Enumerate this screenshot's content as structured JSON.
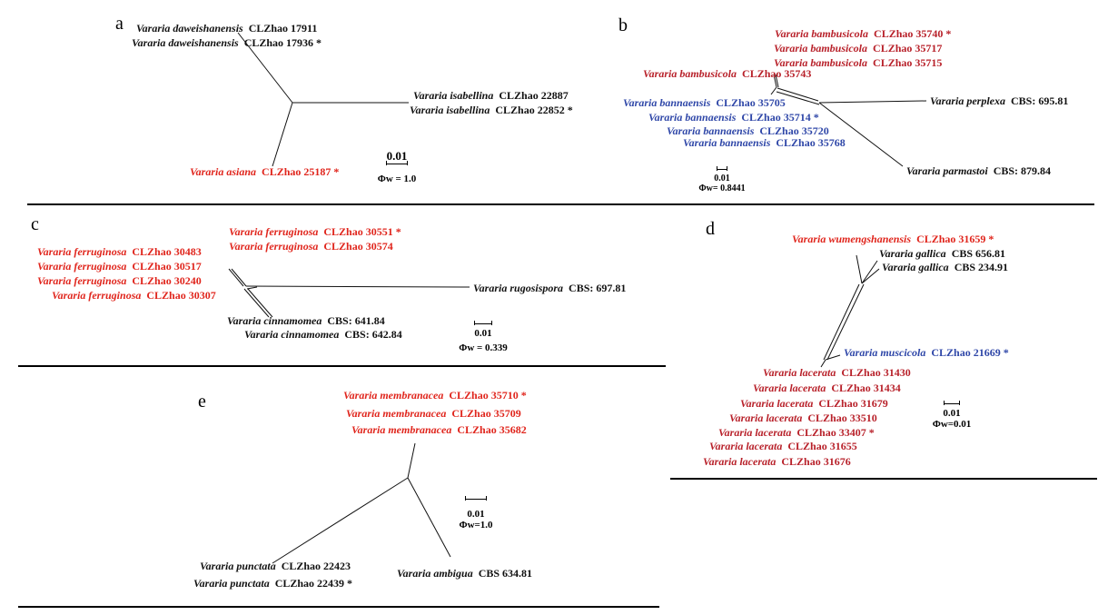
{
  "colors": {
    "black": "#111111",
    "red": "#e0251c",
    "darkred": "#b8212a",
    "blue": "#2f47a8"
  },
  "panels": {
    "a": {
      "letter": "a",
      "scale": {
        "value": "0.01",
        "phi": "Φw = 1.0"
      },
      "labels": [
        {
          "species": "Vararia daweishanensis",
          "voucher": "CLZhao 17911",
          "color": "black"
        },
        {
          "species": "Vararia daweishanensis",
          "voucher": "CLZhao 17936 *",
          "color": "black"
        },
        {
          "species": "Vararia isabellina",
          "voucher": "CLZhao 22887",
          "color": "black"
        },
        {
          "species": "Vararia isabellina",
          "voucher": "CLZhao 22852 *",
          "color": "black"
        },
        {
          "species": "Vararia asiana",
          "voucher": "CLZhao 25187 *",
          "color": "red"
        }
      ]
    },
    "b": {
      "letter": "b",
      "scale": {
        "value": "0.01",
        "phi": "Φw= 0.8441"
      },
      "labels": [
        {
          "species": "Vararia bambusicola",
          "voucher": "CLZhao 35740 *",
          "color": "darkred"
        },
        {
          "species": "Vararia bambusicola",
          "voucher": "CLZhao 35717",
          "color": "darkred"
        },
        {
          "species": "Vararia bambusicola",
          "voucher": "CLZhao 35715",
          "color": "darkred"
        },
        {
          "species": "Vararia bambusicola",
          "voucher": "CLZhao 35743",
          "color": "darkred"
        },
        {
          "species": "Vararia bannaensis",
          "voucher": "CLZhao 35705",
          "color": "blue"
        },
        {
          "species": "Vararia bannaensis",
          "voucher": "CLZhao 35714 *",
          "color": "blue"
        },
        {
          "species": "Vararia bannaensis",
          "voucher": "CLZhao 35720",
          "color": "blue"
        },
        {
          "species": "Vararia bannaensis",
          "voucher": "CLZhao 35768",
          "color": "blue"
        },
        {
          "species": "Vararia perplexa",
          "voucher": "CBS: 695.81",
          "color": "black"
        },
        {
          "species": "Vararia parmastoi",
          "voucher": "CBS: 879.84",
          "color": "black"
        }
      ]
    },
    "c": {
      "letter": "c",
      "scale": {
        "value": "0.01",
        "phi": "Φw = 0.339"
      },
      "labels": [
        {
          "species": "Vararia ferruginosa",
          "voucher": "CLZhao 30551 *",
          "color": "red"
        },
        {
          "species": "Vararia ferruginosa",
          "voucher": "CLZhao 30574",
          "color": "red"
        },
        {
          "species": "Vararia ferruginosa",
          "voucher": "CLZhao 30483",
          "color": "red"
        },
        {
          "species": "Vararia ferruginosa",
          "voucher": "CLZhao 30517",
          "color": "red"
        },
        {
          "species": "Vararia ferruginosa",
          "voucher": "CLZhao 30240",
          "color": "red"
        },
        {
          "species": "Vararia ferruginosa",
          "voucher": "CLZhao 30307",
          "color": "red"
        },
        {
          "species": "Vararia rugosispora",
          "voucher": "CBS: 697.81",
          "color": "black"
        },
        {
          "species": "Vararia cinnamomea",
          "voucher": "CBS: 641.84",
          "color": "black"
        },
        {
          "species": "Vararia cinnamomea",
          "voucher": "CBS: 642.84",
          "color": "black"
        }
      ]
    },
    "d": {
      "letter": "d",
      "scale": {
        "value": "0.01",
        "phi": "Φw=0.01"
      },
      "labels": [
        {
          "species": "Vararia wumengshanensis",
          "voucher": "CLZhao 31659 *",
          "color": "red"
        },
        {
          "species": "Vararia gallica",
          "voucher": "CBS 656.81",
          "color": "black"
        },
        {
          "species": "Vararia gallica",
          "voucher": "CBS 234.91",
          "color": "black"
        },
        {
          "species": "Vararia muscicola",
          "voucher": "CLZhao 21669 *",
          "color": "blue"
        },
        {
          "species": "Vararia lacerata",
          "voucher": "CLZhao 31430",
          "color": "darkred"
        },
        {
          "species": "Vararia lacerata",
          "voucher": "CLZhao 31434",
          "color": "darkred"
        },
        {
          "species": "Vararia lacerata",
          "voucher": "CLZhao 31679",
          "color": "darkred"
        },
        {
          "species": "Vararia lacerata",
          "voucher": "CLZhao 33510",
          "color": "darkred"
        },
        {
          "species": "Vararia lacerata",
          "voucher": "CLZhao 33407 *",
          "color": "darkred"
        },
        {
          "species": "Vararia lacerata",
          "voucher": "CLZhao 31655",
          "color": "darkred"
        },
        {
          "species": "Vararia lacerata",
          "voucher": "CLZhao 31676",
          "color": "darkred"
        }
      ]
    },
    "e": {
      "letter": "e",
      "scale": {
        "value": "0.01",
        "phi": "Φw=1.0"
      },
      "labels": [
        {
          "species": "Vararia membranacea",
          "voucher": "CLZhao 35710 *",
          "color": "red"
        },
        {
          "species": "Vararia membranacea",
          "voucher": "CLZhao 35709",
          "color": "red"
        },
        {
          "species": "Vararia membranacea",
          "voucher": "CLZhao 35682",
          "color": "red"
        },
        {
          "species": "Vararia punctata",
          "voucher": "CLZhao 22423",
          "color": "black"
        },
        {
          "species": "Vararia punctata",
          "voucher": "CLZhao 22439 *",
          "color": "black"
        },
        {
          "species": "Vararia ambigua",
          "voucher": "CBS 634.81",
          "color": "black"
        }
      ]
    }
  }
}
